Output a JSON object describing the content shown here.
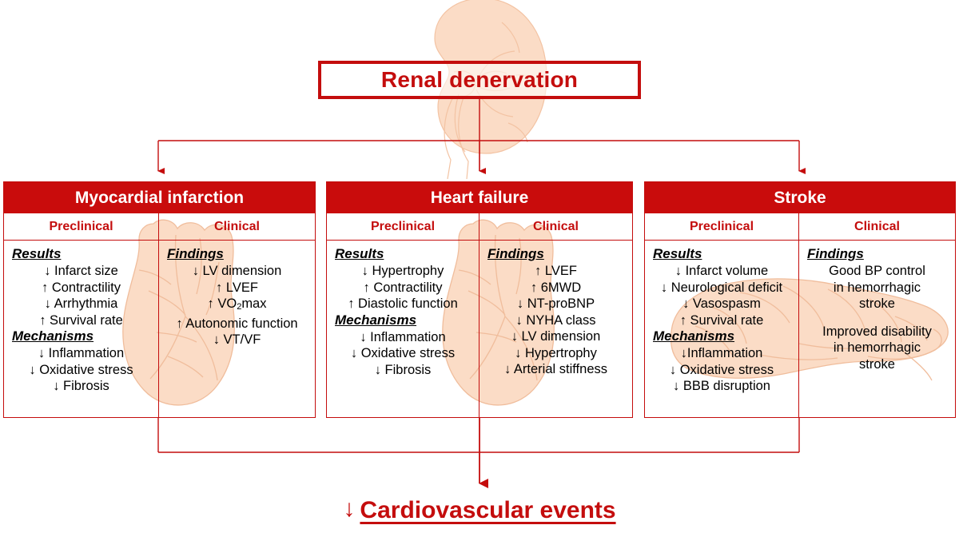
{
  "title_box": {
    "label": "Renal denervation"
  },
  "colors": {
    "brand_red": "#C40D0D",
    "header_red": "#C90C0C",
    "watermark_peach": "#FAD9C2",
    "text_black": "#000000",
    "white": "#FFFFFF"
  },
  "columns": [
    {
      "id": "myocardial-infarction",
      "header": "Myocardial infarction",
      "left": {
        "subhead": "Preclinical",
        "groups": [
          {
            "title": "Results",
            "items": [
              "↓ Infarct size",
              "↑ Contractility",
              "↓ Arrhythmia",
              "↑ Survival rate"
            ]
          },
          {
            "title": "Mechanisms",
            "items": [
              "↓ Inflammation",
              "↓ Oxidative stress",
              "↓ Fibrosis"
            ]
          }
        ]
      },
      "right": {
        "subhead": "Clinical",
        "groups": [
          {
            "title": "Findings",
            "items": [
              "↓ LV dimension",
              "↑ LVEF",
              "↑ VO₂max",
              "↑ Autonomic function",
              "↓ VT/VF"
            ]
          }
        ]
      }
    },
    {
      "id": "heart-failure",
      "header": "Heart failure",
      "left": {
        "subhead": "Preclinical",
        "groups": [
          {
            "title": "Results",
            "items": [
              "↓ Hypertrophy",
              "↑ Contractility",
              "↑ Diastolic function"
            ]
          },
          {
            "title": "Mechanisms",
            "items": [
              "↓ Inflammation",
              "↓ Oxidative stress",
              "↓ Fibrosis"
            ]
          }
        ]
      },
      "right": {
        "subhead": "Clinical",
        "groups": [
          {
            "title": "Findings",
            "items": [
              "↑ LVEF",
              "↑ 6MWD",
              "↓ NT-proBNP",
              "↓ NYHA class",
              "↓ LV dimension",
              "↓ Hypertrophy",
              "↓ Arterial stiffness"
            ]
          }
        ]
      }
    },
    {
      "id": "stroke",
      "header": "Stroke",
      "left": {
        "subhead": "Preclinical",
        "groups": [
          {
            "title": "Results",
            "items": [
              "↓ Infarct volume",
              "↓ Neurological deficit",
              "↓ Vasospasm",
              "↑ Survival rate"
            ]
          },
          {
            "title": "Mechanisms",
            "items": [
              "↓Inflammation",
              "↓ Oxidative stress",
              "↓ BBB disruption"
            ]
          }
        ]
      },
      "right": {
        "subhead": "Clinical",
        "groups": [
          {
            "title": "Findings",
            "items": [
              "Good BP control",
              "in hemorrhagic",
              "stroke",
              "",
              "Improved disability",
              "in hemorrhagic",
              "stroke"
            ]
          }
        ]
      }
    }
  ],
  "outcome": {
    "arrow": "↓",
    "label": "Cardiovascular events"
  }
}
